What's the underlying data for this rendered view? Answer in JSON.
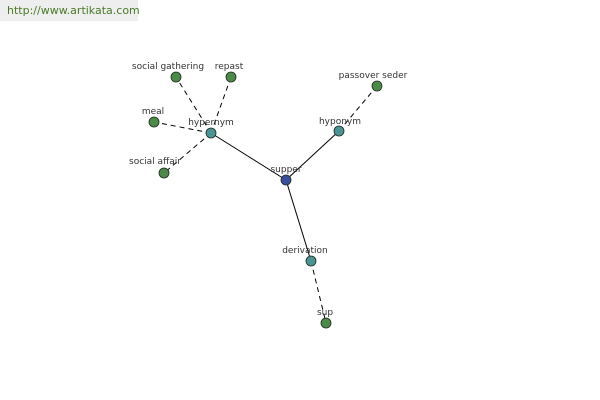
{
  "header": {
    "url_text": "http://www.artikata.com"
  },
  "colors": {
    "url_text": "#4a7a28",
    "url_badge_bg": "#eeeeee",
    "node_center": "#3a4f9b",
    "node_relation": "#4a9494",
    "node_word": "#4c8a47",
    "edge": "#000000"
  },
  "graph": {
    "nodes": [
      {
        "id": "supper",
        "label": "supper",
        "kind": "center"
      },
      {
        "id": "hypernym",
        "label": "hypernym",
        "kind": "relation"
      },
      {
        "id": "hyponym",
        "label": "hyponym",
        "kind": "relation"
      },
      {
        "id": "derivation",
        "label": "derivation",
        "kind": "relation"
      },
      {
        "id": "social-gathering",
        "label": "social gathering",
        "kind": "word"
      },
      {
        "id": "repast",
        "label": "repast",
        "kind": "word"
      },
      {
        "id": "meal",
        "label": "meal",
        "kind": "word"
      },
      {
        "id": "social-affair",
        "label": "social affair",
        "kind": "word"
      },
      {
        "id": "passover-seder",
        "label": "passover seder",
        "kind": "word"
      },
      {
        "id": "sup",
        "label": "sup",
        "kind": "word"
      }
    ],
    "edges": [
      {
        "from": "supper",
        "to": "hypernym",
        "style": "solid"
      },
      {
        "from": "supper",
        "to": "hyponym",
        "style": "solid"
      },
      {
        "from": "supper",
        "to": "derivation",
        "style": "solid"
      },
      {
        "from": "hypernym",
        "to": "social-gathering",
        "style": "dashed"
      },
      {
        "from": "hypernym",
        "to": "repast",
        "style": "dashed"
      },
      {
        "from": "hypernym",
        "to": "meal",
        "style": "dashed"
      },
      {
        "from": "hypernym",
        "to": "social-affair",
        "style": "dashed"
      },
      {
        "from": "hyponym",
        "to": "passover-seder",
        "style": "dashed"
      },
      {
        "from": "derivation",
        "to": "sup",
        "style": "dashed"
      }
    ]
  }
}
